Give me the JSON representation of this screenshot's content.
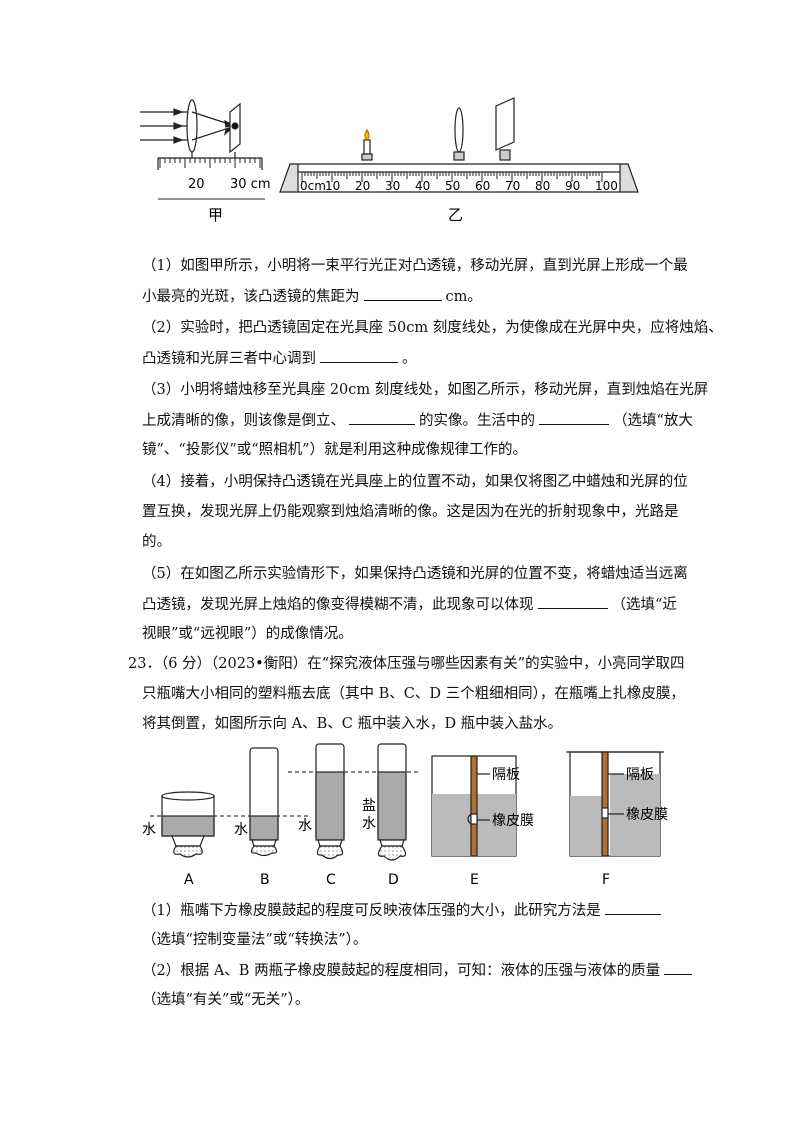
{
  "fig1": {
    "jia_ticks": [
      "20",
      "30 cm"
    ],
    "jia_label": "甲",
    "yi_ticks": [
      "0cm",
      "10",
      "20",
      "30",
      "40",
      "50",
      "60",
      "70",
      "80",
      "90",
      "100"
    ],
    "yi_label": "乙"
  },
  "q22": {
    "p1a": "（1）如图甲所示，小明将一束平行光正对凸透镜，移动光屏，直到光屏上形成一个最",
    "p1b": "小最亮的光斑，该凸透镜的焦距为",
    "p1c": "cm。",
    "p2a": "（2）实验时，把凸透镜固定在光具座 50cm 刻度线处，为使像成在光屏中央，应将烛焰、",
    "p2b": "凸透镜和光屏三者中心调到",
    "p2c": "。",
    "p3a": "（3）小明将蜡烛移至光具座 20cm 刻度线处，如图乙所示，移动光屏，直到烛焰在光屏",
    "p3b": "上成清晰的像，则该像是倒立、",
    "p3c": "的实像。生活中的",
    "p3d": "（选填“放大",
    "p3e": "镜”、“投影仪”或“照相机”）就是利用这种成像规律工作的。",
    "p4a": "（4）接着，小明保持凸透镜在光具座上的位置不动，如果仅将图乙中蜡烛和光屏的位",
    "p4b": "置互换，发现光屏上仍能观察到烛焰清晰的像。这是因为在光的折射现象中，光路是",
    "p4c": "的。",
    "p5a": "（5）在如图乙所示实验情形下，如果保持凸透镜和光屏的位置不变，将蜡烛适当远离",
    "p5b": "凸透镜，发现光屏上烛焰的像变得模糊不清，此现象可以体现",
    "p5c": "（选填“近",
    "p5d": "视眼”或“远视眼”）的成像情况。"
  },
  "q23": {
    "l1": "23．（6 分）（2023•衡阳）在“探究液体压强与哪些因素有关”的实验中，小亮同学取四",
    "l2": "只瓶嘴大小相同的塑料瓶去底（其中 B、C、D 三个粗细相同），在瓶嘴上扎橡皮膜，",
    "l3": "将其倒置，如图所示向 A、B、C 瓶中装入水，D 瓶中装入盐水。",
    "q1a": "（1）瓶嘴下方橡皮膜鼓起的程度可反映液体压强的大小，此研究方法是",
    "q1b": "（选填“控制变量法”或“转换法”）。",
    "q2a": "（2）根据 A、B 两瓶子橡皮膜鼓起的程度相同，可知：液体的压强与液体的质量",
    "q2b": "（选填“有关”或“无关”）。"
  },
  "fig2": {
    "letters": [
      "A",
      "B",
      "C",
      "D",
      "E",
      "F"
    ],
    "water": "水",
    "salt_water_1": "盐",
    "salt_water_2": "水",
    "partition": "隔板",
    "membrane": "橡皮膜"
  }
}
